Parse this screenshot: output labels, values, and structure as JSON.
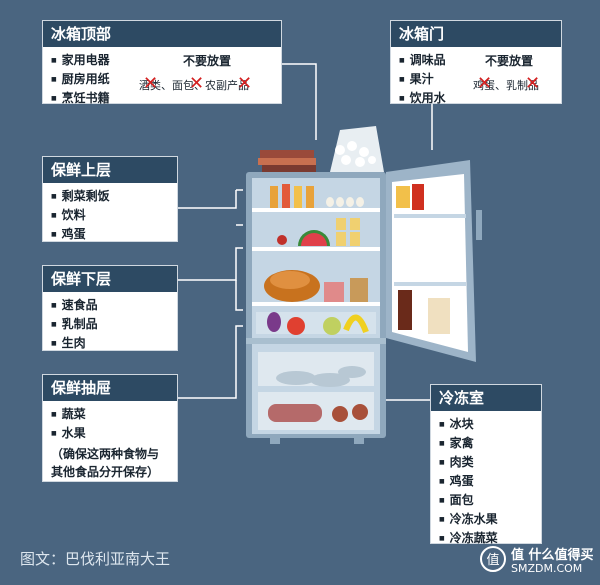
{
  "top": {
    "title": "冰箱顶部",
    "items": [
      "家用电器",
      "厨房用纸",
      "烹饪书籍"
    ],
    "not_title": "不要放置",
    "not_items": "酒类、面包、农副产品"
  },
  "door": {
    "title": "冰箱门",
    "items": [
      "调味品",
      "果汁",
      "饮用水"
    ],
    "not_title": "不要放置",
    "not_items": "鸡蛋、乳制品"
  },
  "upper": {
    "title": "保鲜上层",
    "items": [
      "剩菜剩饭",
      "饮料",
      "鸡蛋"
    ]
  },
  "lower": {
    "title": "保鲜下层",
    "items": [
      "速食品",
      "乳制品",
      "生肉"
    ]
  },
  "drawer": {
    "title": "保鲜抽屉",
    "items": [
      "蔬菜",
      "水果"
    ],
    "note": "（确保这两种食物与其他食品分开保存）"
  },
  "freezer": {
    "title": "冷冻室",
    "items": [
      "冰块",
      "家禽",
      "肉类",
      "鸡蛋",
      "面包",
      "冷冻水果",
      "冷冻蔬菜"
    ]
  },
  "credit": "图文：巴伐利亚南大王",
  "watermark": {
    "main": "值 什么值得买",
    "sub": "SMZDM.COM"
  },
  "colors": {
    "background": "#4a6580",
    "header": "#2d4a63",
    "cross": "#d32020",
    "fridge": "#9db4c8"
  }
}
